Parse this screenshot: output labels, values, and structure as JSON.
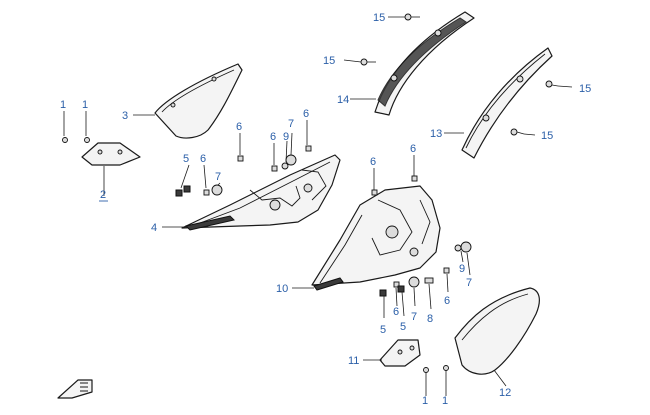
{
  "callouts": {
    "c1a": "1",
    "c1b": "1",
    "c1c": "1",
    "c1d": "1",
    "c2": "2",
    "c3": "3",
    "c4": "4",
    "c5a": "5",
    "c5b": "5",
    "c5c": "5",
    "c6a": "6",
    "c6b": "6",
    "c6c": "6",
    "c6d": "6",
    "c6e": "6",
    "c6f": "6",
    "c6g": "6",
    "c6h": "6",
    "c7a": "7",
    "c7b": "7",
    "c7c": "7",
    "c7d": "7",
    "c8": "8",
    "c9a": "9",
    "c9b": "9",
    "c10": "10",
    "c11": "11",
    "c12": "12",
    "c13": "13",
    "c14": "14",
    "c15a": "15",
    "c15b": "15",
    "c15c": "15",
    "c15d": "15"
  },
  "colors": {
    "callout": "#2b5fa8",
    "line": "#1a1a1a"
  }
}
